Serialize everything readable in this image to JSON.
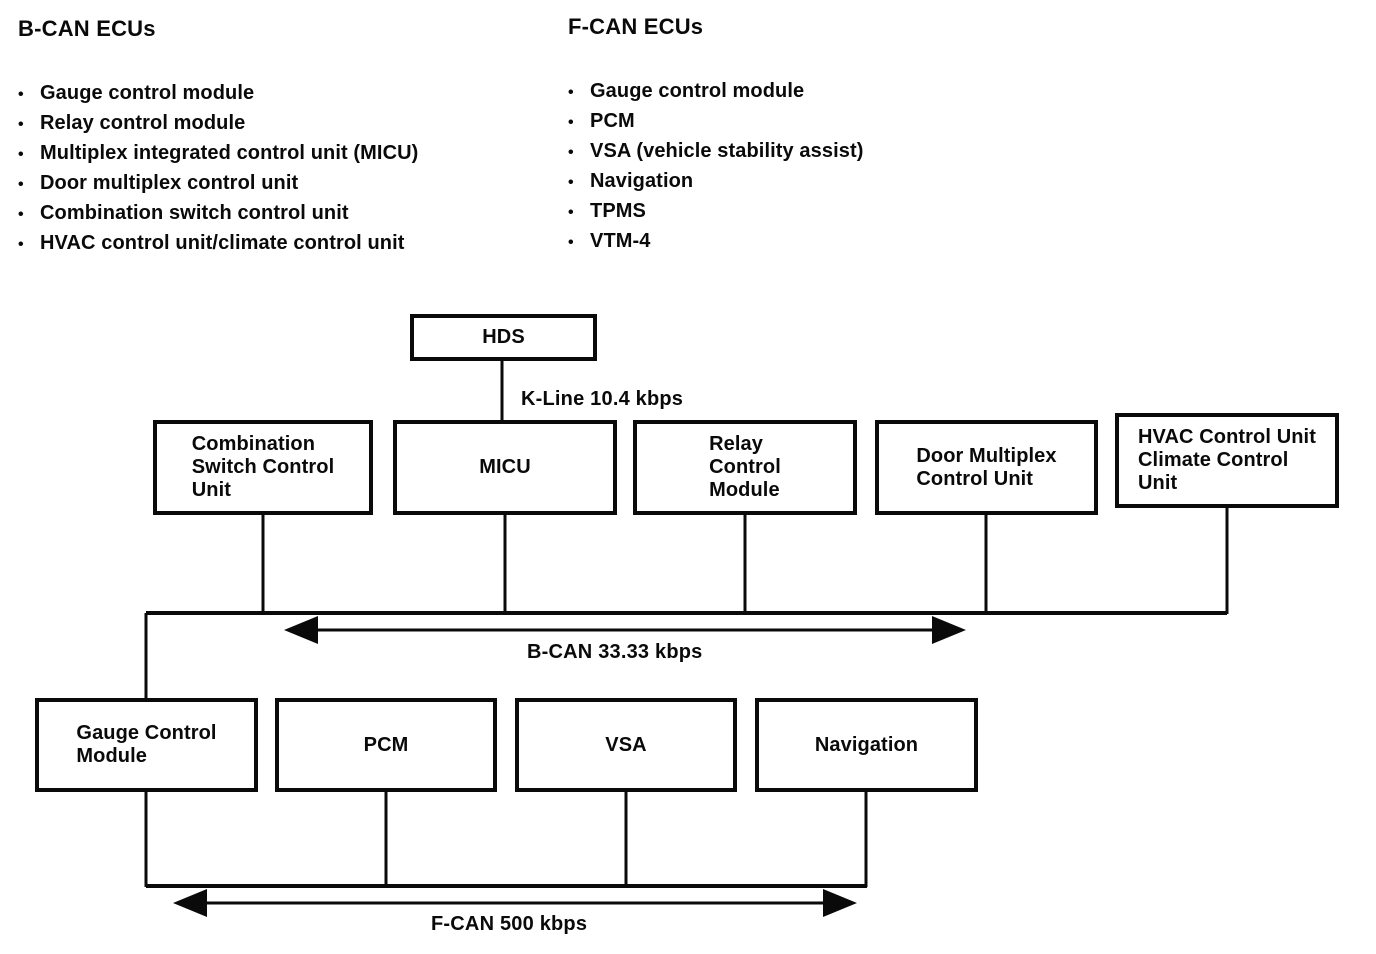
{
  "page": {
    "background_color": "#ffffff",
    "ink_color": "#0a0a0a"
  },
  "document": {
    "bullet_glyph": "•",
    "bcan_section": {
      "title": "B-CAN ECUs",
      "items": [
        "Gauge control module",
        "Relay control module",
        "Multiplex integrated control unit (MICU)",
        "Door multiplex control unit",
        "Combination switch control unit",
        "HVAC control unit/climate control unit"
      ]
    },
    "fcan_section": {
      "title": "F-CAN ECUs",
      "items": [
        "Gauge control module",
        "PCM",
        "VSA (vehicle stability assist)",
        "Navigation",
        "TPMS",
        "VTM-4"
      ]
    }
  },
  "diagram": {
    "nodes": {
      "hds": "HDS",
      "combination_switch_control_unit": "Combination\nSwitch Control\nUnit",
      "micu": "MICU",
      "relay_control_module": "Relay\nControl\nModule",
      "door_multiplex_control_unit": "Door Multiplex\nControl Unit",
      "hvac_control_unit": "HVAC Control Unit\nClimate Control\nUnit",
      "gauge_control_module": "Gauge Control\nModule",
      "pcm": "PCM",
      "vsa": "VSA",
      "navigation": "Navigation"
    },
    "labels": {
      "kline": "K-Line 10.4 kbps",
      "bcan_bus": "B-CAN 33.33 kbps",
      "fcan_bus": "F-CAN 500 kbps"
    }
  }
}
